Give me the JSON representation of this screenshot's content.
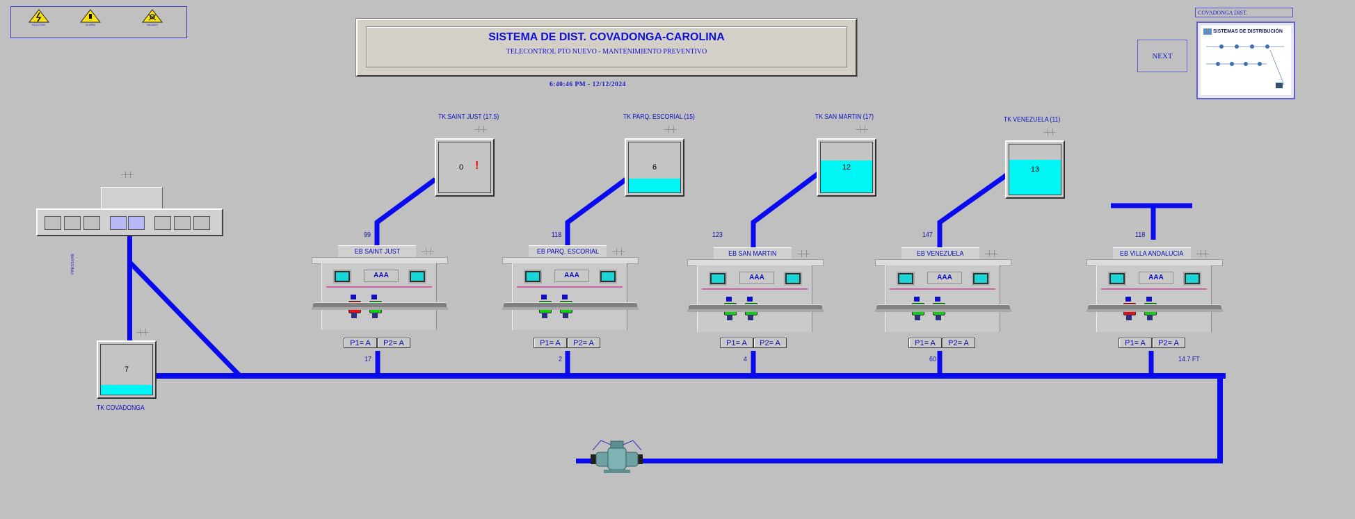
{
  "warnings": [
    {
      "icon": "high-voltage-warning-icon",
      "caption": "ELECTRIC"
    },
    {
      "icon": "alarm-warning-icon",
      "caption": "ALARM"
    },
    {
      "icon": "toxic-hazard-warning-icon",
      "caption": "HAZARD"
    }
  ],
  "header": {
    "title": "SISTEMA DE DIST. COVADONGA-CAROLINA",
    "subtitle": "TELECONTROL PTO NUEVO - MANTENIMIENTO PREVENTIVO",
    "clock": "6:40:46 PM  -  12/12/2024"
  },
  "nav": {
    "next_label": "NEXT",
    "thumb_label": "COVADONGA DIST.",
    "thumb_title": "SISTEMAS DE DISTRIBUCIÓN"
  },
  "colors": {
    "pipe": "#0a0aef",
    "water": "#00f5f5",
    "pump_on": "#10d010",
    "pump_fault": "#e01010"
  },
  "tanks": [
    {
      "title": "TK SAINT JUST (17.5)",
      "value": "0",
      "level": 0.0,
      "alert": "!"
    },
    {
      "title": "TK PARQ. ESCORIAL (15)",
      "value": "6",
      "level": 0.28
    },
    {
      "title": "TK SAN MARTIN (17)",
      "value": "12",
      "level": 0.64
    },
    {
      "title": "TK VENEZUELA (11)",
      "value": "13",
      "level": 0.7
    },
    {
      "title": "TK COVADONGA",
      "value": "7",
      "level": 0.2
    }
  ],
  "stations": [
    {
      "name": "EB SAINT JUST",
      "panel": "AAA",
      "top_value": "99",
      "bottom_value": "17",
      "p1": "P1= A",
      "p2": "P2= A",
      "pumps": [
        "fault",
        "on"
      ]
    },
    {
      "name": "EB PARQ. ESCORIAL",
      "panel": "AAA",
      "top_value": "118",
      "bottom_value": "2",
      "p1": "P1= A",
      "p2": "P2= A",
      "pumps": [
        "on",
        "on"
      ]
    },
    {
      "name": "EB SAN MARTIN",
      "panel": "AAA",
      "top_value": "123",
      "bottom_value": "4",
      "p1": "P1= A",
      "p2": "P2= A",
      "pumps": [
        "on",
        "on"
      ]
    },
    {
      "name": "EB VENEZUELA",
      "panel": "AAA",
      "top_value": "147",
      "bottom_value": "60",
      "p1": "P1= A",
      "p2": "P2= A",
      "pumps": [
        "on",
        "on"
      ]
    },
    {
      "name": "EB VILLA ANDALUCIA",
      "panel": "AAA",
      "top_value": "118",
      "bottom_value": "14.7  FT",
      "p1": "P1= A",
      "p2": "P2= A",
      "pumps": [
        "fault",
        "on"
      ]
    }
  ],
  "controller": {
    "vertical_label": "PRESSURE"
  }
}
